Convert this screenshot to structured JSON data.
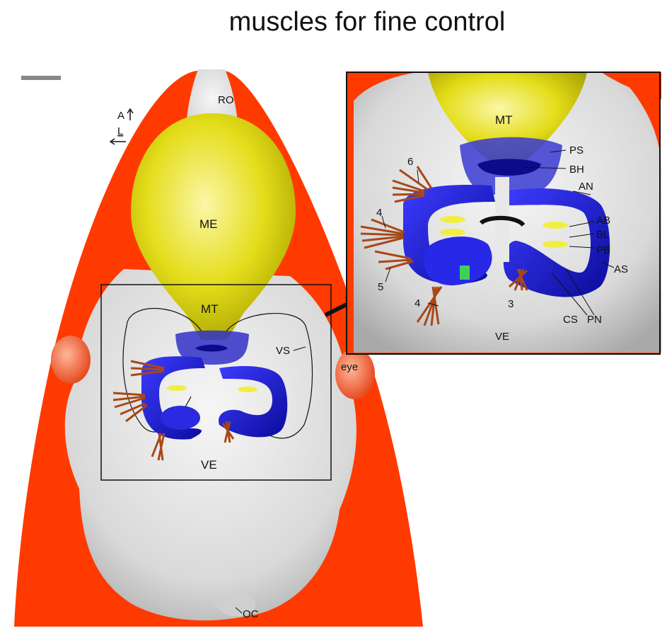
{
  "title": "muscles for fine control",
  "main_view": {
    "labels": {
      "ro": "RO",
      "me": "ME",
      "mt": "MT",
      "vs": "VS",
      "ve": "VE",
      "eye": "eye",
      "oc": "OC",
      "axis_a": "A",
      "axis_l": "L"
    }
  },
  "inset_view": {
    "labels": {
      "mt": "MT",
      "ps": "PS",
      "bh": "BH",
      "an": "AN",
      "ab": "AB",
      "bl": "BL",
      "pb": "PB",
      "as": "AS",
      "pn": "PN",
      "cs": "CS",
      "ve": "VE",
      "n6": "6",
      "n4a": "4",
      "n5": "5",
      "n4b": "4",
      "n3": "3"
    }
  },
  "colors": {
    "background_red": "#ff3a00",
    "yellow": "#e8e21a",
    "blue": "#1a1ad0",
    "muscle": "#b8541e"
  }
}
